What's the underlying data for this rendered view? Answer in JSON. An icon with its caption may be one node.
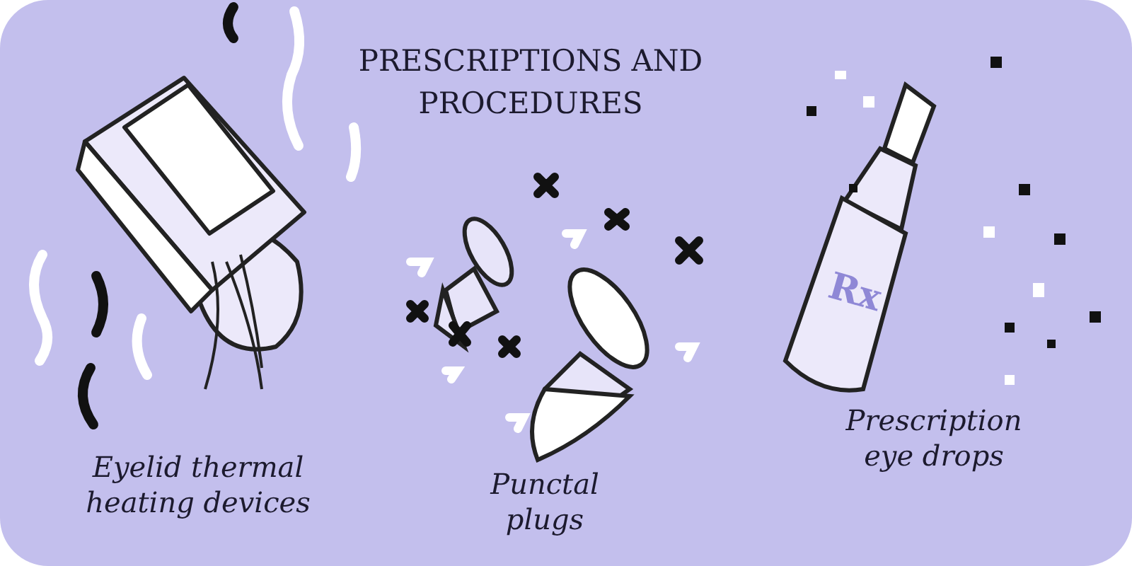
{
  "diagram": {
    "title": "PRESCRIPTIONS AND PROCEDURES",
    "labels": [
      "Rx",
      "Prescription eye drops",
      "Eyelid thermal heating devices",
      "Punctal plugs"
    ]
  }
}
